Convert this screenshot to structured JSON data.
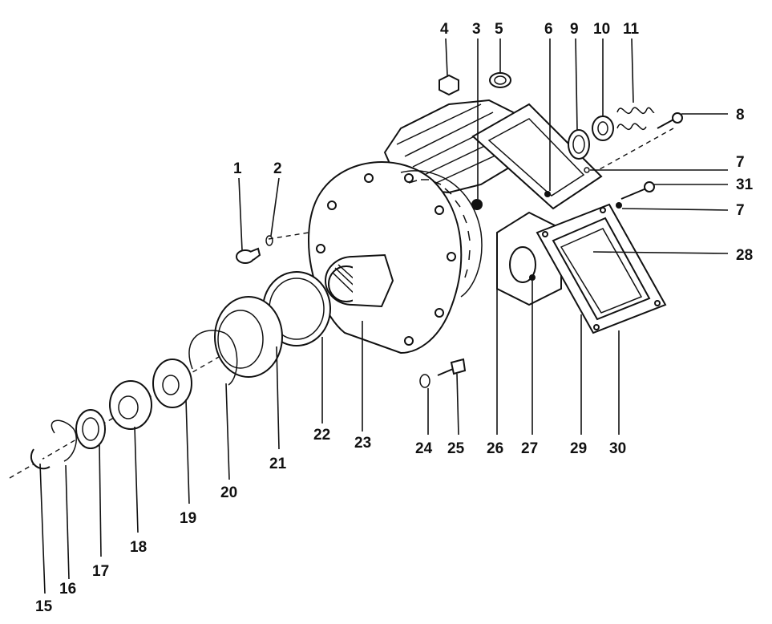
{
  "labels": {
    "l1": "1",
    "l2": "2",
    "l3": "3",
    "l4": "4",
    "l5": "5",
    "l6": "6",
    "l7a": "7",
    "l7b": "7",
    "l8": "8",
    "l9": "9",
    "l10": "10",
    "l11": "11",
    "l15": "15",
    "l16": "16",
    "l17": "17",
    "l18": "18",
    "l19": "19",
    "l20": "20",
    "l21": "21",
    "l22": "22",
    "l23": "23",
    "l24": "24",
    "l25": "25",
    "l26": "26",
    "l27": "27",
    "l28": "28",
    "l29": "29",
    "l30": "30",
    "l31": "31"
  }
}
